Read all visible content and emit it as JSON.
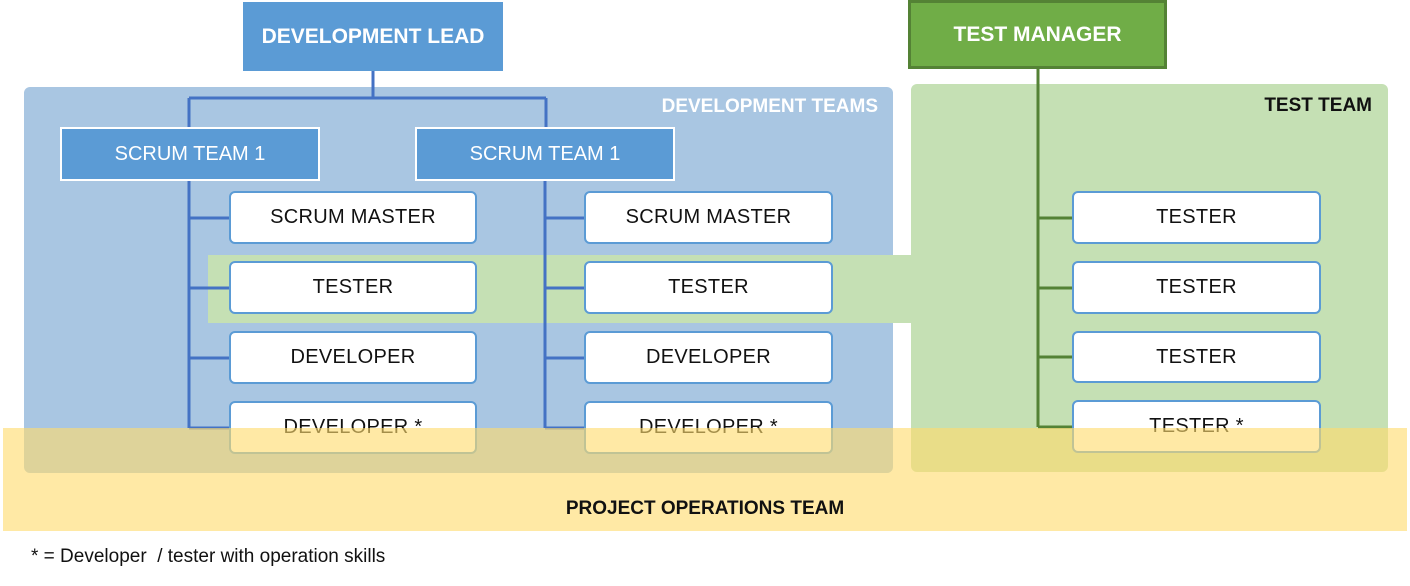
{
  "colors": {
    "blue": "#5b9bd5",
    "line_blue": "#4472c4",
    "panel_blue": "#a9c6e2",
    "green": "#70ad47",
    "line_green": "#548235",
    "panel_green": "#c5e0b4",
    "ops_yellow": "#ffe699"
  },
  "development_lead": "DEVELOPMENT LEAD",
  "test_manager": "TEST MANAGER",
  "development_teams_label": "DEVELOPMENT TEAMS",
  "test_team_label": "TEST TEAM",
  "operations_team_label": "PROJECT OPERATIONS TEAM",
  "footnote": "* = Developer  / tester with operation skills",
  "scrum_teams": [
    {
      "name": "SCRUM TEAM 1",
      "members": [
        "SCRUM MASTER",
        "TESTER",
        "DEVELOPER",
        "DEVELOPER *"
      ]
    },
    {
      "name": "SCRUM TEAM 1",
      "members": [
        "SCRUM MASTER",
        "TESTER",
        "DEVELOPER",
        "DEVELOPER *"
      ]
    }
  ],
  "test_team_members": [
    "TESTER",
    "TESTER",
    "TESTER",
    "TESTER *"
  ]
}
